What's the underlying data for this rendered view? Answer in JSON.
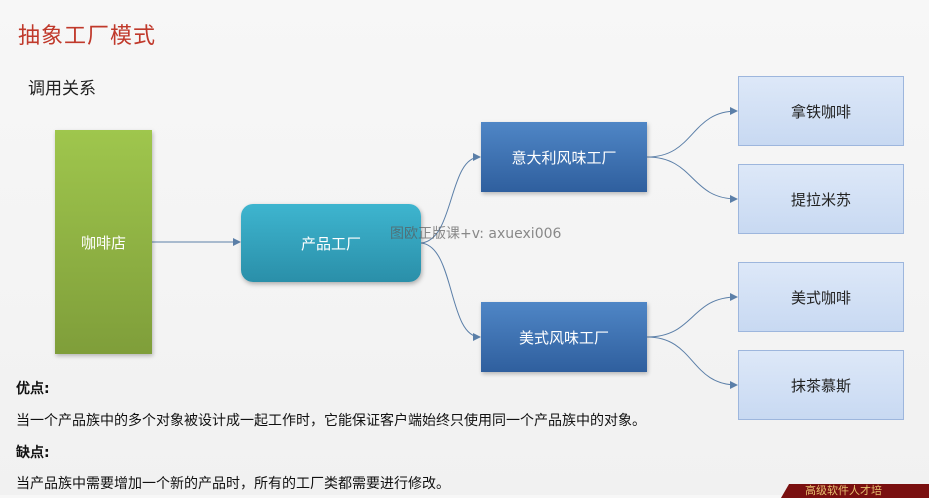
{
  "title": "抽象工厂模式",
  "subtitle": "调用关系",
  "diagram": {
    "cafe": "咖啡店",
    "product_factory": "产品工厂",
    "factories": [
      "意大利风味工厂",
      "美式风味工厂"
    ],
    "products": [
      "拿铁咖啡",
      "提拉米苏",
      "美式咖啡",
      "抹茶慕斯"
    ]
  },
  "watermark": "图欧正版课+v: axuexi006",
  "advantages": {
    "label": "优点",
    "text": "当一个产品族中的多个对象被设计成一起工作时，它能保证客户端始终只使用同一个产品族中的对象。"
  },
  "disadvantages": {
    "label": "缺点",
    "text": "当产品族中需要增加一个新的产品时，所有的工厂类都需要进行修改。"
  },
  "corner_text": "高级软件人才培",
  "colors": {
    "title": "#c0392b",
    "cafe": "#8fb343",
    "product_factory": "#35a3be",
    "factory": "#3b6eb0",
    "product": "#d3e1f5",
    "connector": "#5b7fa8"
  }
}
